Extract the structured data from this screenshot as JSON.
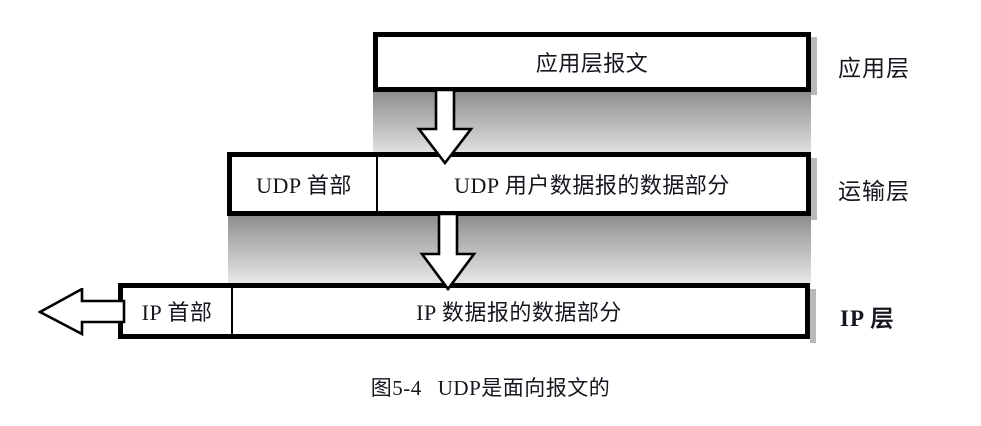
{
  "figure": {
    "caption_number": "图5-4",
    "caption_text": "UDP是面向报文的"
  },
  "layers": [
    {
      "id": "application",
      "side_label": "应用层",
      "cells": [
        {
          "role": "payload",
          "text": "应用层报文"
        }
      ]
    },
    {
      "id": "transport",
      "side_label": "运输层",
      "cells": [
        {
          "role": "header",
          "text": "UDP 首部"
        },
        {
          "role": "payload",
          "text": "UDP 用户数据报的数据部分"
        }
      ]
    },
    {
      "id": "ip",
      "side_label": "IP 层",
      "cells": [
        {
          "role": "header",
          "text": "IP 首部"
        },
        {
          "role": "payload",
          "text": "IP 数据报的数据部分"
        }
      ]
    }
  ],
  "arrows": [
    {
      "id": "app-to-transport",
      "direction": "down",
      "icon": "arrow-down-icon"
    },
    {
      "id": "transport-to-ip",
      "direction": "down",
      "icon": "arrow-down-icon"
    },
    {
      "id": "ip-out",
      "direction": "left",
      "icon": "arrow-left-icon"
    }
  ],
  "colors": {
    "outline": "#000000",
    "box_fill": "#ffffff",
    "band_top": "#8d8d8d",
    "band_bottom": "#e6e6e6",
    "drop_shadow": "#b9b9b9",
    "text": "#16161e"
  }
}
